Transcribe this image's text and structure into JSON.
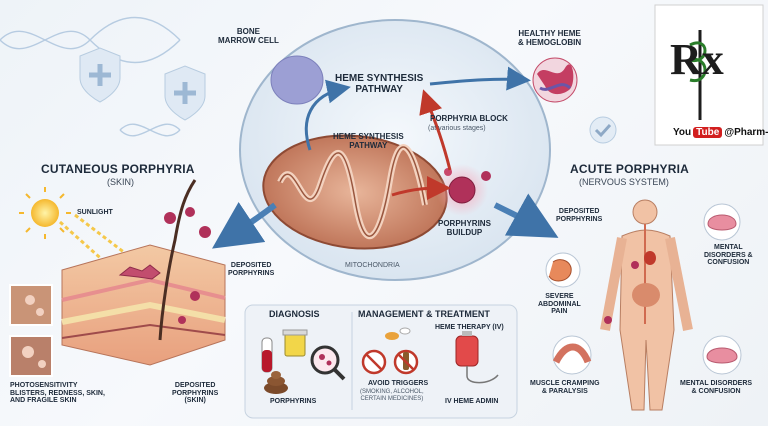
{
  "labels": {
    "bone_marrow": "BONE\nMARROW CELL",
    "heme_pathway_top": "HEME SYNTHESIS\nPATHWAY",
    "heme_pathway_mito": "HEME SYNTHESIS\nPATHWAY",
    "porphyria_block": "PORPHYRIA BLOCK",
    "porphyria_block_sub": "(at various stages)",
    "healthy_heme": "HEALTHY HEME\n& HEMOGLOBIN",
    "porphyrins_buildup": "PORPHYRINS\nBUILDUP",
    "mitochondria": "MITOCHONDRIA"
  },
  "cutaneous": {
    "title": "CUTANEOUS PORPHYRIA",
    "subtitle": "(SKIN)",
    "sunlight": "SUNLIGHT",
    "deposited": "DEPOSITED\nPORPHYRINS",
    "deposited_skin": "DEPOSITED\nPORPHYRINS\n(SKIN)",
    "photosensitivity": "PHOTOSENSITIVITY\nBLISTERS, REDNESS, SKIN,\nAND FRAGILE SKIN"
  },
  "acute": {
    "title": "ACUTE PORPHYRIA",
    "subtitle": "(NERVOUS SYSTEM)",
    "deposited": "DEPOSITED\nPORPHYRINS",
    "mental1": "MENTAL\nDISORDERS &\nCONFUSION",
    "abdominal": "SEVERE\nABDOMINAL\nPAIN",
    "cramping": "MUSCLE CRAMPING\n& PARALYSIS",
    "mental2": "MENTAL DISORDERS\n& CONFUSION"
  },
  "diagnosis": {
    "title": "DIAGNOSIS",
    "porphyrins": "PORPHYRINS"
  },
  "management": {
    "title": "MANAGEMENT & TREATMENT",
    "heme_therapy": "HEME THERAPY (IV)",
    "avoid": "AVOID TRIGGERS",
    "avoid_sub": "(SMOKING, ALCOHOL,\nCERTAIN MEDICINES)",
    "iv_admin": "IV HEME ADMIN"
  },
  "logo": {
    "letters": "Rx",
    "youtube_left": "You",
    "youtube_right": "Tube",
    "handle": "@Pharm-Up"
  },
  "colors": {
    "accent_blue": "#3f73a8",
    "block_red": "#c0392b",
    "porphyrin": "#b0315a"
  }
}
